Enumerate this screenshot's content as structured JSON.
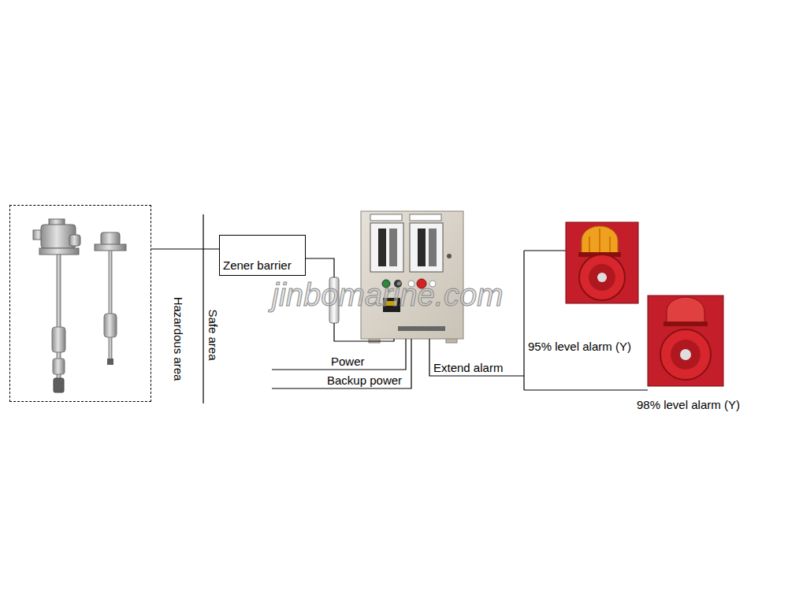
{
  "diagram": {
    "nodes": [
      {
        "text": [
          "Hazardous area"
        ]
      },
      {
        "text": [
          "Zener barrier"
        ]
      }
    ],
    "edges": [
      {
        "from": 0,
        "to": 1,
        "arrow": "none"
      }
    ],
    "labels": [
      "Safe area",
      "Power",
      "Backup power",
      "Extend alarm",
      "95% level alarm (Y)",
      "98% level alarm (Y)",
      "jinbomarine.com"
    ]
  }
}
